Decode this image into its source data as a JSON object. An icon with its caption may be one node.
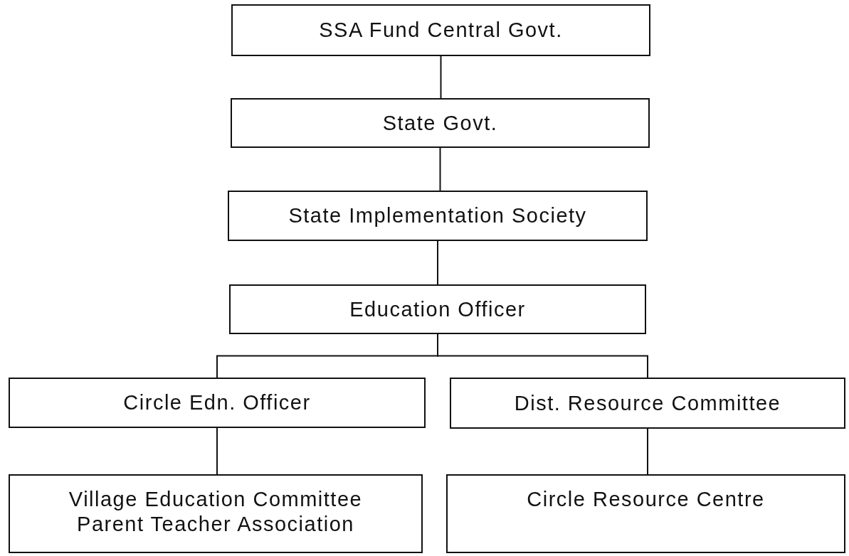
{
  "diagram": {
    "nodes": [
      {
        "text": [
          "SSA Fund Central Govt."
        ]
      },
      {
        "text": [
          "State Govt."
        ]
      },
      {
        "text": [
          "State Implementation Society"
        ]
      },
      {
        "text": [
          "Education Officer"
        ]
      },
      {
        "text": [
          "Circle Edn. Officer"
        ]
      },
      {
        "text": [
          "Dist. Resource Committee"
        ]
      },
      {
        "text": [
          "Village Education Committee",
          "Parent Teacher Association"
        ]
      },
      {
        "text": [
          "Circle Resource Centre"
        ]
      }
    ],
    "edges": [
      {
        "from": 0,
        "to": 1,
        "arrow": "none"
      },
      {
        "from": 1,
        "to": 2,
        "arrow": "none"
      },
      {
        "from": 2,
        "to": 3,
        "arrow": "none"
      },
      {
        "from": 3,
        "to": 4,
        "arrow": "none"
      },
      {
        "from": 3,
        "to": 5,
        "arrow": "none"
      },
      {
        "from": 4,
        "to": 6,
        "arrow": "none"
      },
      {
        "from": 5,
        "to": 7,
        "arrow": "none"
      }
    ]
  }
}
